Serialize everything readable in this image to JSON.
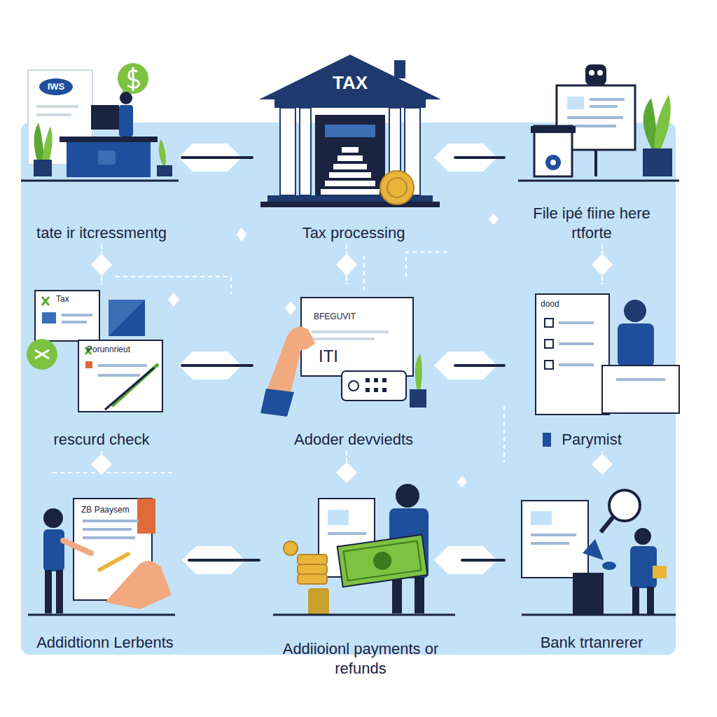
{
  "diagram": {
    "nodes": [
      {
        "text": [
          "tate ir itcressmentg"
        ]
      },
      {
        "text": [
          "Tax processing"
        ]
      },
      {
        "text": [
          "File ipé fiine here rtforte"
        ]
      },
      {
        "text": [
          "rescurd check"
        ]
      },
      {
        "text": [
          "Adoder devviedts"
        ]
      },
      {
        "text": [
          "Parymist"
        ]
      },
      {
        "text": [
          "Addidtionn Lerbents"
        ]
      },
      {
        "text": [
          "Addiioionl payments or refunds"
        ]
      },
      {
        "text": [
          "Bank trtanrerer"
        ]
      }
    ],
    "edges": [
      {
        "from": 0,
        "to": 1,
        "arrow": "none"
      },
      {
        "from": 1,
        "to": 2,
        "arrow": "none"
      },
      {
        "from": 3,
        "to": 4,
        "arrow": "none"
      },
      {
        "from": 4,
        "to": 5,
        "arrow": "none"
      },
      {
        "from": 6,
        "to": 7,
        "arrow": "none"
      },
      {
        "from": 7,
        "to": 8,
        "arrow": "none"
      },
      {
        "from": 0,
        "to": 3,
        "arrow": "none"
      },
      {
        "from": 1,
        "to": 4,
        "arrow": "none"
      },
      {
        "from": 2,
        "to": 5,
        "arrow": "none"
      },
      {
        "from": 3,
        "to": 6,
        "arrow": "none"
      },
      {
        "from": 4,
        "to": 7,
        "arrow": "none"
      },
      {
        "from": 5,
        "to": 8,
        "arrow": "none"
      }
    ],
    "labels": [
      "IWS",
      "TAX",
      "Tax",
      "Porunnrieut",
      "BFEGUVIT",
      "ITI",
      "dood",
      "ZB Paaysem"
    ]
  }
}
